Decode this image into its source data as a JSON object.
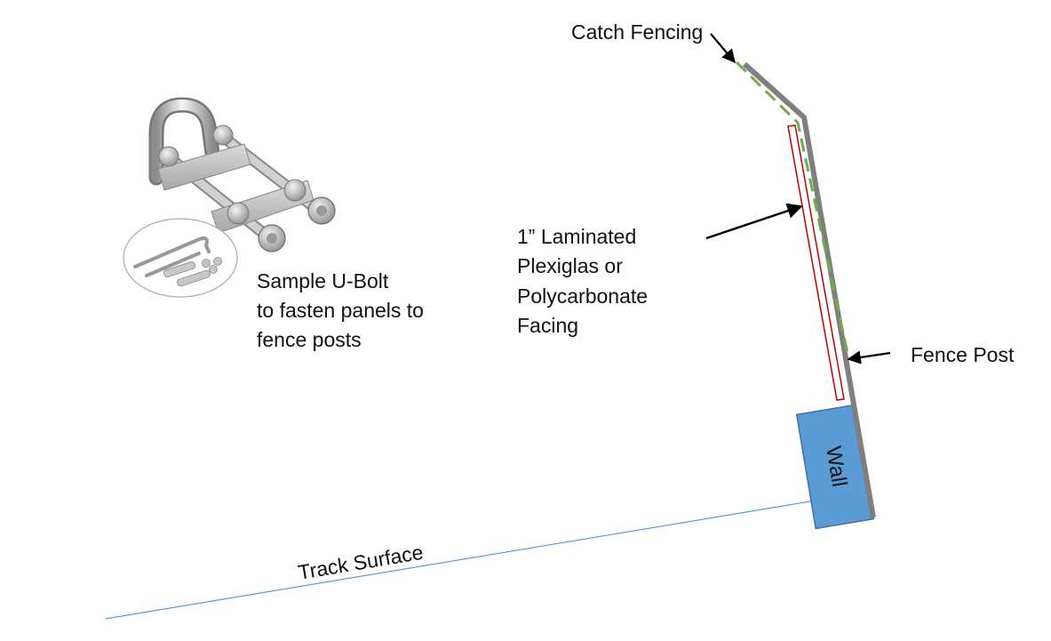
{
  "labels": {
    "catch_fencing": "Catch Fencing",
    "facing": [
      "1” Laminated",
      "Plexiglas or",
      "Polycarbonate",
      "Facing"
    ],
    "fence_post": "Fence Post",
    "wall": "Wall",
    "track_surface": "Track Surface",
    "ubolt_caption": [
      "Sample U-Bolt",
      "to fasten panels to",
      "fence posts"
    ]
  },
  "colors": {
    "fence_post": "#7f7f7f",
    "catch_fencing": "#70ad47",
    "facing_outline": "#c00000",
    "wall_fill": "#5b9bd5",
    "wall_outline": "#41719c",
    "track_line": "#5b9bd5",
    "leader_arrows": "#000000"
  },
  "icons": {
    "ubolt_photo": "u-bolt-icon",
    "ubolt_parts_inset": "u-bolt-parts-icon"
  }
}
